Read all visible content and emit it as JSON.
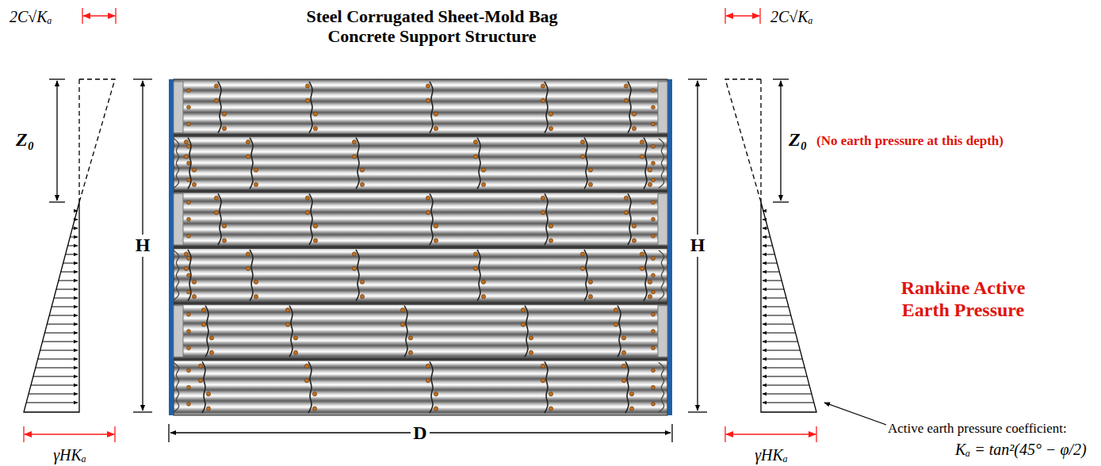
{
  "diagram": {
    "title": "Steel Corrugated Sheet-Mold Bag Concrete Support Structure",
    "labels": [
      "2C√Kₐ",
      "Z₀",
      "H",
      "γHKₐ",
      "2C√Kₐ",
      "Z₀",
      "(No earth pressure at this depth)",
      "H",
      "Rankine Active Earth Pressure",
      "Active earth pressure coefficient:",
      "Kₐ = tan²(45° − φ/2)",
      "γHKₐ",
      "D"
    ]
  }
}
